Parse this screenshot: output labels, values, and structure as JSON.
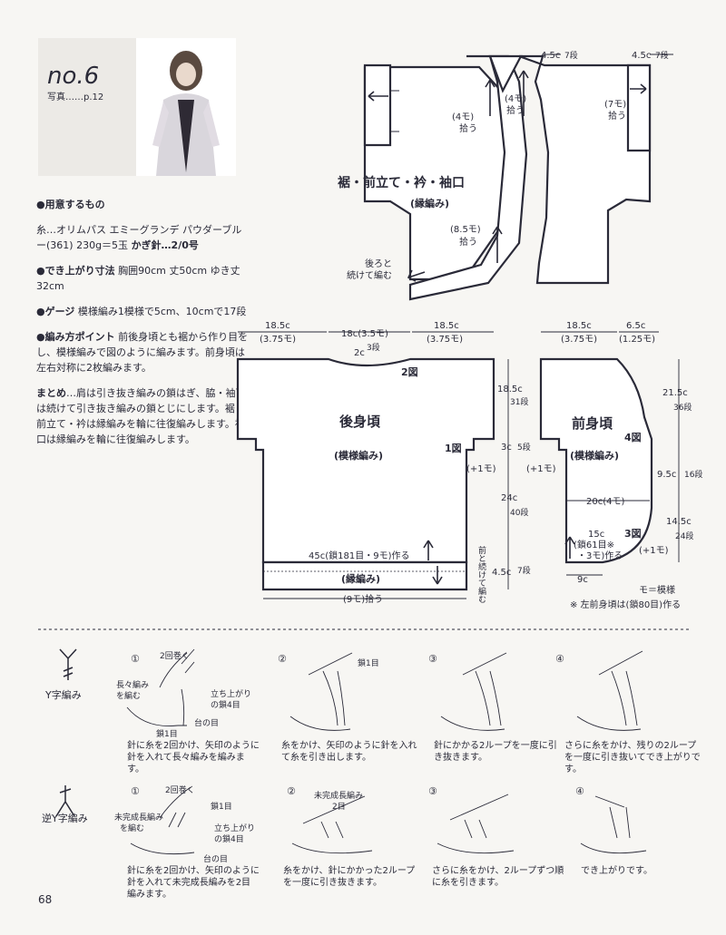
{
  "header": {
    "no_label": "no.6",
    "photo_ref": "写真……p.12"
  },
  "materials": {
    "title": "●用意するもの",
    "yarn": "糸…オリムパス エミーグランデ パウダーブルー(361) 230g＝5玉",
    "hook": "かぎ針…2/0号"
  },
  "size": {
    "title": "●でき上がり寸法",
    "value": "胸囲90cm 丈50cm ゆき丈32cm"
  },
  "gauge": {
    "title": "●ゲージ",
    "value": "模様編み1模様で5cm、10cmで17段"
  },
  "points": {
    "title": "●編み方ポイント",
    "text": "前後身頃とも裾から作り目をし、模様編みで図のように編みます。前身頃は左右対称に2枚編みます。",
    "finish_title": "まとめ",
    "finish_text": "…肩は引き抜き編みの鎖はぎ、脇・袖下は続けて引き抜き編みの鎖とじにします。裾・前立て・衿は縁編みを輪に往復編みします。袖口は縁編みを輪に往復編みします。"
  },
  "top_diagram": {
    "title": "裾・前立て・衿・袖口",
    "subtitle": "(縁編み)",
    "neck_left": "4.5c",
    "neck_left_rows": "7段",
    "neck_right": "4.5c",
    "neck_right_rows": "7段",
    "pick_4_left": "(4モ)",
    "pick_4_left_b": "拾う",
    "pick_4_right": "(4モ)",
    "pick_4_right_b": "拾う",
    "pick_7": "(7モ)",
    "pick_7_b": "拾う",
    "pick_85": "(8.5モ)",
    "pick_85_b": "拾う",
    "continue_note_a": "後ろと",
    "continue_note_b": "続けて編む"
  },
  "back": {
    "title": "後身頃",
    "subtitle": "(模様編み)",
    "w_left": "18.5c",
    "w_left_m": "(3.75モ)",
    "w_mid": "18c(3.5モ)",
    "w_right": "18.5c",
    "w_right_m": "(3.75モ)",
    "neck": "2c",
    "neck_rows": "3段",
    "fig2": "2図",
    "fig1": "1図",
    "hem_count": "45c(鎖181目・9モ)作る",
    "hem_band": "(縁編み)",
    "hem_pick": "(9モ)拾う",
    "side_note": "前と続けて編む",
    "h_top": "18.5c",
    "h_top_rows": "31段",
    "h_mid": "3c",
    "h_mid_rows": "5段",
    "plus1_left": "(+1モ)",
    "plus1_right": "(+1モ)",
    "h_low": "24c",
    "h_low_rows": "40段",
    "h_band": "4.5c",
    "h_band_rows": "7段"
  },
  "front": {
    "title": "前身頃",
    "subtitle": "(模様編み)",
    "w_left": "18.5c",
    "w_left_m": "(3.75モ)",
    "w_right": "6.5c",
    "w_right_m": "(1.25モ)",
    "fig4": "4図",
    "fig3": "3図",
    "chest": "20c(4モ)",
    "start_a": "15c",
    "start_b": "(鎖61目※",
    "start_c": "・3モ)作る",
    "plus1": "(+1モ)",
    "bottom": "9c",
    "h1": "21.5c",
    "h1_rows": "36段",
    "h2": "9.5c",
    "h2_rows": "16段",
    "h3": "14.5c",
    "h3_rows": "24段",
    "legend": "モ＝模様",
    "note": "※ 左前身頃は(鎖80目)作る"
  },
  "y_stitch": {
    "label": "Y字編み",
    "s1_a": "2回巻く",
    "s1_b": "長々編み",
    "s1_c": "を編む",
    "s1_d": "立ち上がり",
    "s1_e": "の鎖4目",
    "s1_f": "鎖1目",
    "s1_g": "台の目",
    "s2_a": "鎖1目",
    "step1": "針に糸を2回かけ、矢印のように針を入れて長々編みを編みます。",
    "step2": "糸をかけ、矢印のように針を入れて糸を引き出します。",
    "step3": "針にかかる2ループを一度に引き抜きます。",
    "step4": "さらに糸をかけ、残りの2ループを一度に引き抜いてでき上がりです。"
  },
  "inv_y_stitch": {
    "label": "逆Y字編み",
    "s1_a": "2回巻く",
    "s1_b": "鎖1目",
    "s1_c": "未完成長編み",
    "s1_d": "を編む",
    "s1_e": "立ち上がり",
    "s1_f": "の鎖4目",
    "s1_g": "台の目",
    "s2_a": "未完成長編み",
    "s2_b": "2目",
    "step1": "針に糸を2回かけ、矢印のように針を入れて未完成長編みを2目編みます。",
    "step2": "糸をかけ、針にかかった2ループを一度に引き抜きます。",
    "step3": "さらに糸をかけ、2ループずつ順に糸を引きます。",
    "step4": "でき上がりです。"
  },
  "page_number": "68"
}
